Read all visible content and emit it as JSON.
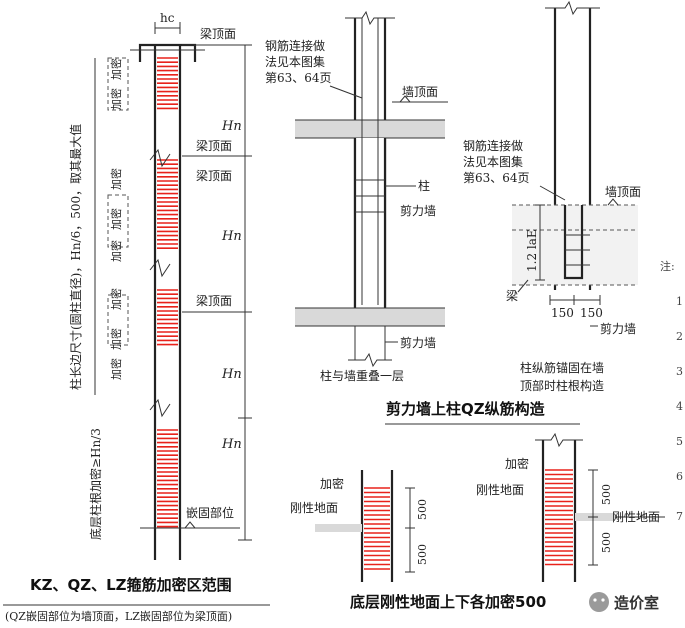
{
  "colors": {
    "stirrup": "#e8221b",
    "line": "#222222",
    "fill": "#d9d9d9"
  },
  "left": {
    "hc": "hc",
    "beam_top": "梁顶面",
    "dense": "加密",
    "hn": "Hn",
    "vertical_note": "柱长边尺寸(圆柱直径)，Hn/6，500，取其最大值",
    "bottom_note": "底层柱根加密≥Hn/3",
    "embed": "嵌固部位",
    "title": "KZ、QZ、LZ箍筋加密区范围",
    "subtitle": "(QZ嵌固部位为墙顶面，LZ嵌固部位为梁顶面)"
  },
  "middle": {
    "rebar_note": [
      "钢筋连接做",
      "法见本图集",
      "第63、64页"
    ],
    "wall_top": "墙顶面",
    "column": "柱",
    "shear_wall": "剪力墙",
    "shear_wall_2": "剪力墙",
    "overlap": "柱与墙重叠一层"
  },
  "right": {
    "rebar_note": [
      "钢筋连接做",
      "法见本图集",
      "第63、64页"
    ],
    "wall_top": "墙顶面",
    "lae": "1.2 laE",
    "beam": "梁",
    "dim_150a": "150",
    "dim_150b": "150",
    "shear_wall": "剪力墙",
    "anchor_note": [
      "柱纵筋锚固在墙",
      "顶部时柱根构造"
    ]
  },
  "section_title": "剪力墙上柱QZ纵筋构造",
  "bottom_right": {
    "dense_a": "加密",
    "dense_b": "加密",
    "ground_a": "刚性地面",
    "ground_b": "刚性地面",
    "ground_c": "刚性地面",
    "dim_500": [
      "500",
      "500",
      "500",
      "500"
    ],
    "title": "底层刚性地面上下各加密500"
  },
  "edge_text": [
    "注:",
    "1",
    "2",
    "3",
    "4",
    "5",
    "6",
    "7"
  ],
  "watermark": "造价室"
}
